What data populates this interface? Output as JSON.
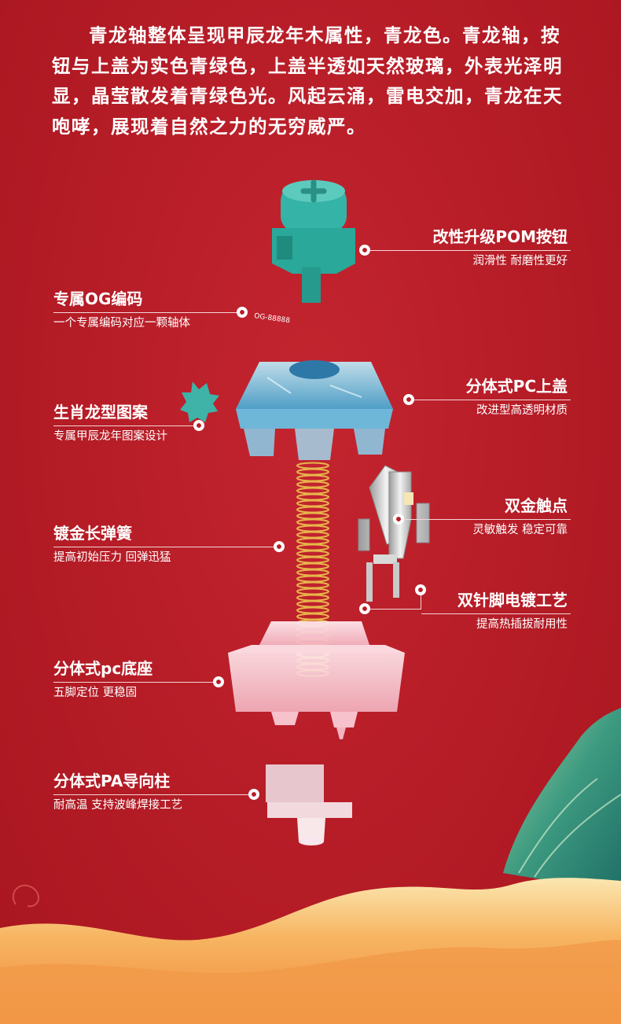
{
  "intro_text": "青龙轴整体呈现甲辰龙年木属性，青龙色。青龙轴，按钮与上盖为实色青绿色，上盖半透如天然玻璃，外表光泽明显，晶莹散发着青绿色光。风起云涌，雷电交加，青龙在天咆哮，展现着自然之力的无穷威严。",
  "og_code_text": "OG-88888",
  "colors": {
    "background": "#b81c26",
    "stem": "#2aa89a",
    "housing_top": "#7fc4dc",
    "housing_bottom": "#f6c9d0",
    "cloud": "#f6a55a"
  },
  "callouts": [
    {
      "id": "pom-stem",
      "title": "改性升级POM按钮",
      "subtitle": "润滑性  耐磨性更好"
    },
    {
      "id": "og-code",
      "title": "专属OG编码",
      "subtitle": "一个专属编码对应一颗轴体"
    },
    {
      "id": "pc-top",
      "title": "分体式PC上盖",
      "subtitle": "改进型高透明材质"
    },
    {
      "id": "dragon-pattern",
      "title": "生肖龙型图案",
      "subtitle": "专属甲辰龙年图案设计"
    },
    {
      "id": "gold-contacts",
      "title": "双金触点",
      "subtitle": "灵敏触发  稳定可靠"
    },
    {
      "id": "gold-spring",
      "title": "镀金长弹簧",
      "subtitle": "提高初始压力  回弹迅猛"
    },
    {
      "id": "dual-pins",
      "title": "双针脚电镀工艺",
      "subtitle": "提高热插拔耐用性"
    },
    {
      "id": "pc-bottom",
      "title": "分体式pc底座",
      "subtitle": "五脚定位  更稳固"
    },
    {
      "id": "pa-guide",
      "title": "分体式PA导向柱",
      "subtitle": "耐高温  支持波峰焊接工艺"
    }
  ]
}
